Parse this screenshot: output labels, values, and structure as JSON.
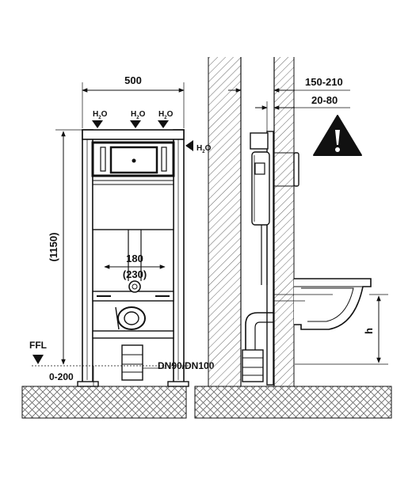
{
  "front_view": {
    "width_label": "500",
    "height_label": "(1150)",
    "flush_spacing_label": "180",
    "flush_spacing_alt_label": "(230)",
    "ffl_label": "FFL",
    "floor_offset_label": "0-200",
    "drain_label": "DN90/DN100",
    "water_inlets": [
      {
        "main": "H",
        "sub": "2",
        "end": "O"
      },
      {
        "main": "H",
        "sub": "2",
        "end": "O"
      },
      {
        "main": "H",
        "sub": "2",
        "end": "O"
      }
    ],
    "side_inlet": {
      "main": "H",
      "sub": "2",
      "end": "O"
    }
  },
  "side_view": {
    "wall_gap_label": "150-210",
    "frame_offset_label": "20-80",
    "height_label": "h",
    "warning_icon": "warning-triangle-icon"
  },
  "colors": {
    "line": "#111111",
    "hatch": "#555555",
    "background": "#ffffff"
  }
}
